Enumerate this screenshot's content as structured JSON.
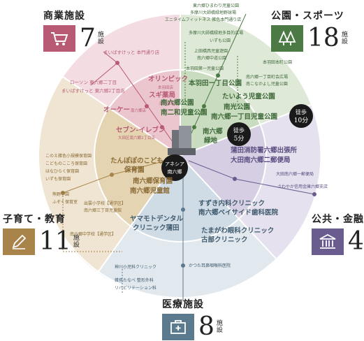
{
  "colors": {
    "commercial": "#b85a73",
    "parks": "#4c7a44",
    "childcare": "#a8844a",
    "public": "#6a5c8e",
    "medical": "#5c7a8e",
    "center": "#1a1a1a"
  },
  "center": {
    "line1": "アネシア",
    "line2": "南六郷"
  },
  "walk": [
    {
      "label": "徒歩",
      "value": "5分"
    },
    {
      "label": "徒歩",
      "value": "10分"
    }
  ],
  "categories": {
    "commercial": {
      "title": "商業施設",
      "count": "7",
      "unit": [
        "施",
        "設"
      ],
      "icon": "cart-icon"
    },
    "parks": {
      "title": "公園・スポーツ",
      "count": "18",
      "unit": [
        "施",
        "設"
      ],
      "icon": "tree-icon"
    },
    "childcare": {
      "title": "子育て・教育",
      "count": "11",
      "unit": [
        "施",
        "設"
      ],
      "icon": "pencil-icon"
    },
    "public": {
      "title": "公共・金融",
      "count": "4",
      "unit": [
        "施",
        "設"
      ],
      "icon": "building-icon"
    },
    "medical": {
      "title": "医療施設",
      "count": "8",
      "unit": [
        "施",
        "設"
      ],
      "icon": "medical-box-icon"
    }
  },
  "facilities": {
    "commercial": [
      "まいばすけっと 本門通り店",
      "ローソン 東六郷二丁目",
      "まいばすけっと 東六郷2丁目店",
      "オリンピック",
      "本羽田店",
      "スギ薬局",
      "南六郷店",
      "オーケー",
      "南六郷店",
      "セブン-イレブン",
      "大田区南六郷2丁目店"
    ],
    "parks": [
      "東六郷ひまわり児童公園",
      "多摩川大師橋緑地野球場",
      "エニタイムフィットネス 雑色本門通り店",
      "多摩川大師橋緑地多目的広場",
      "いずも公園",
      "上田橋西児童遊園",
      "南六郷中道公園",
      "本羽田第一児童公園",
      "本羽田ー丁目公園",
      "南六郷公園",
      "南二和児童公園",
      "本羽田本町公園",
      "南六郷一丁目町会広場",
      "南こなかよし児童公園",
      "たいよう児童公園",
      "南光公園",
      "南六郷一丁目児童公園",
      "南六郷",
      "緑地"
    ],
    "childcare": [
      "このえ雑色小規模保育園",
      "こどものこころ保育園",
      "はなひらく保育園",
      "いずも保育園",
      "たんぽぽのこども",
      "保育園",
      "熊野学園",
      "ふぞく保育室",
      "南六郷保育園",
      "南六郷児童館",
      "出雲小学校【通学区】",
      "南六郷三丁目児童館",
      "南六郷中学校【通学区】"
    ],
    "public": [
      "蒲田消防署六郷出張所",
      "大田南六郷二郵便局",
      "大田南六郷一郵便局",
      "さわやか信用金庫六郷支店"
    ],
    "medical": [
      "すずき内科クリニック",
      "南六郷ベイサイド歯科医院",
      "ヤマモトデンタル",
      "クリニック蒲田",
      "たまがわ眼科クリニック",
      "古部クリニック",
      "神川小児科クリニック",
      "かつた耳鼻咽喉科医院",
      "雑色たなべ 整形外科",
      "リハビリテーション科"
    ]
  }
}
